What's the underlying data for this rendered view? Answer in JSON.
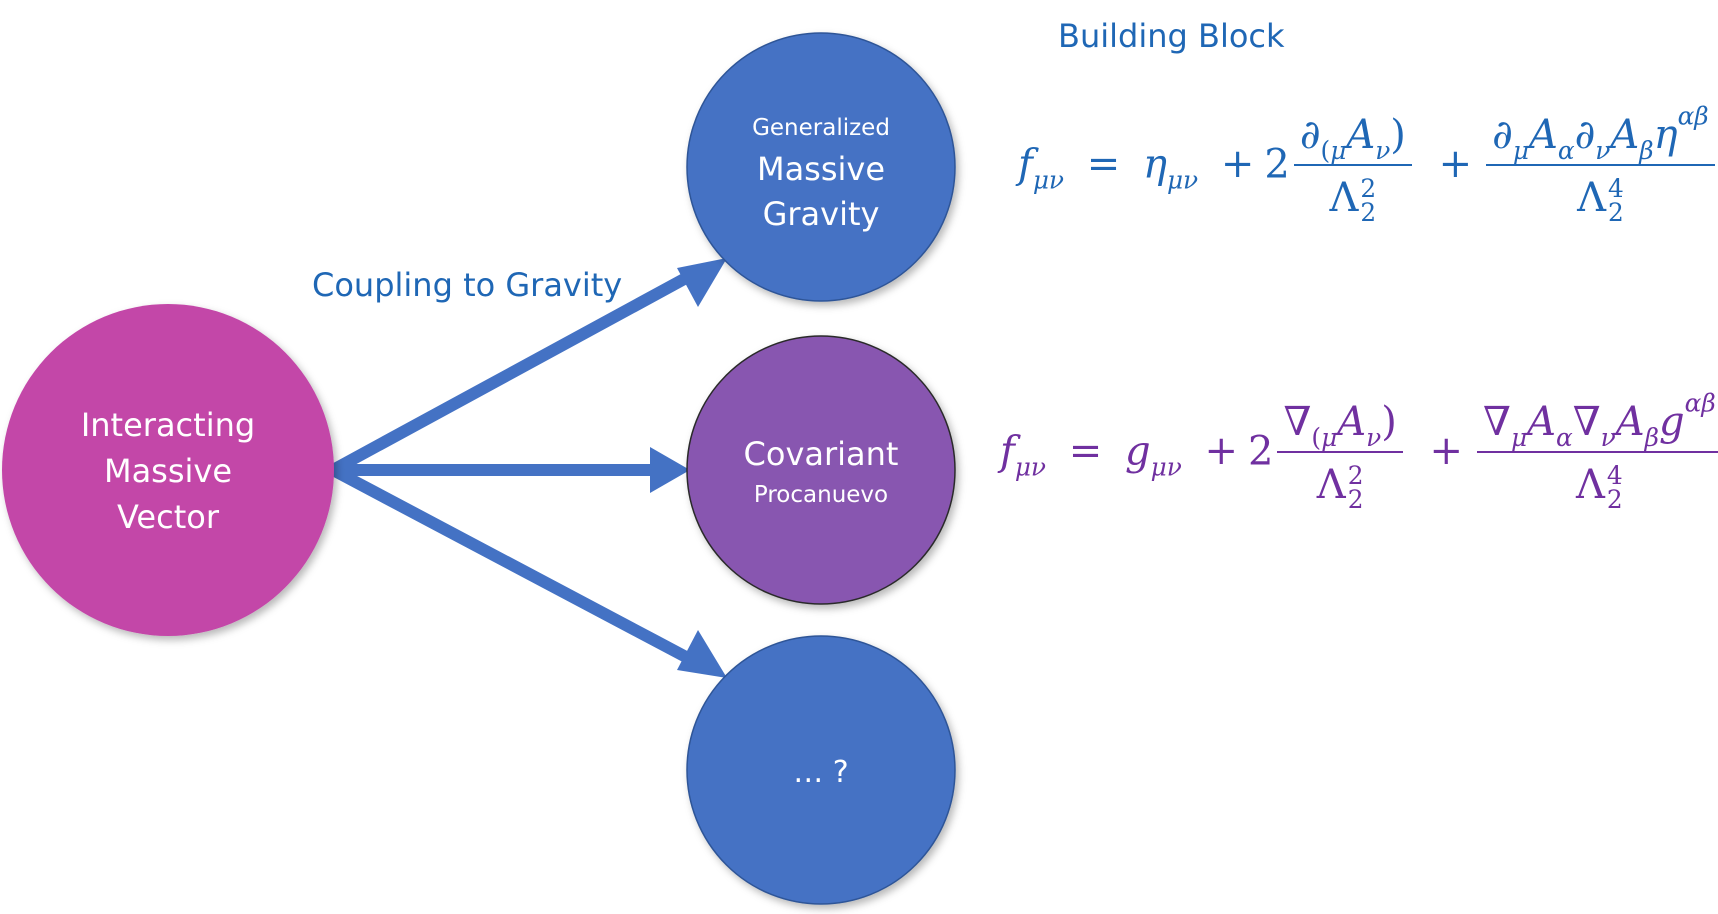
{
  "colors": {
    "blue_node": "#4472c4",
    "purple_node": "#8856b0",
    "magenta_node": "#c347a8",
    "arrow": "#4472c4",
    "blue_text": "#1f67b5",
    "purple_text": "#7030a0",
    "node_text": "#ffffff"
  },
  "nodes": {
    "source": {
      "lines": [
        "Interacting",
        "Massive",
        "Vector"
      ]
    },
    "gravity": {
      "small": "Generalized",
      "lines": [
        "Massive",
        "Gravity"
      ]
    },
    "covariant": {
      "main": "Covariant",
      "small": "Procanuevo"
    },
    "unknown": {
      "main": "… ?"
    }
  },
  "labels": {
    "coupling": "Coupling to Gravity",
    "building_block": "Building Block"
  },
  "equations": {
    "flat": {
      "lhs": "f",
      "lhs_sub": "μν",
      "eq": "=",
      "metric": "η",
      "metric_sub": "μν",
      "plus1": "+",
      "coef": "2",
      "frac1_num_op": "∂",
      "frac1_num_paren_open": "(",
      "frac1_num_index": "μ",
      "frac1_num_field": "A",
      "frac1_num_field_sub": "ν",
      "frac1_num_paren_close": ")",
      "frac1_den": "Λ",
      "frac1_den_sup": "2",
      "frac1_den_sub": "2",
      "plus2": "+",
      "frac2_op1": "∂",
      "frac2_sub1": "μ",
      "frac2_field1": "A",
      "frac2_fsub1": "α",
      "frac2_op2": "∂",
      "frac2_sub2": "ν",
      "frac2_field2": "A",
      "frac2_fsub2": "β",
      "frac2_metric": "η",
      "frac2_metric_sup": "αβ",
      "frac2_den": "Λ",
      "frac2_den_sup": "4",
      "frac2_den_sub": "2"
    },
    "covariant": {
      "lhs": "f",
      "lhs_sub": "μν",
      "eq": "=",
      "metric": "g",
      "metric_sub": "μν",
      "plus1": "+",
      "coef": "2",
      "frac1_num_op": "∇",
      "frac1_num_paren_open": "(",
      "frac1_num_index": "μ",
      "frac1_num_field": "A",
      "frac1_num_field_sub": "ν",
      "frac1_num_paren_close": ")",
      "frac1_den": "Λ",
      "frac1_den_sup": "2",
      "frac1_den_sub": "2",
      "plus2": "+",
      "frac2_op1": "∇",
      "frac2_sub1": "μ",
      "frac2_field1": "A",
      "frac2_fsub1": "α",
      "frac2_op2": "∇",
      "frac2_sub2": "ν",
      "frac2_field2": "A",
      "frac2_fsub2": "β",
      "frac2_metric": "g",
      "frac2_metric_sup": "αβ",
      "frac2_den": "Λ",
      "frac2_den_sup": "4",
      "frac2_den_sub": "2"
    }
  }
}
